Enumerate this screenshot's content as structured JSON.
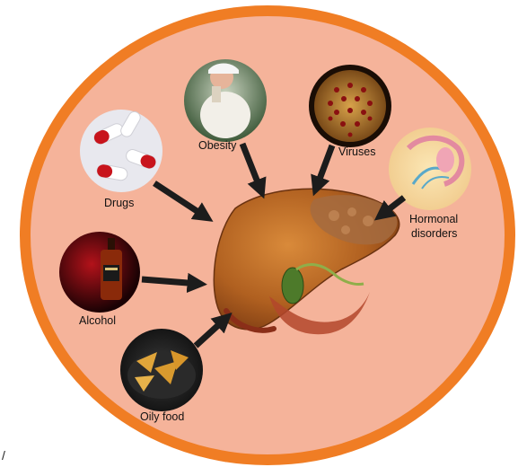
{
  "diagram": {
    "labels": {
      "obesity": "Obesity",
      "viruses": "Viruses",
      "drugs": "Drugs",
      "hormonal_line1": "Hormonal",
      "hormonal_line2": "disorders",
      "alcohol": "Alcohol",
      "oily_food": "Oily food"
    },
    "stray_mark": "/",
    "colors": {
      "outer_ring": "#f07d24",
      "inner_fill": "#f5b39a",
      "arrow": "#1c1c1c",
      "liver": "#b5651d"
    },
    "icons": [
      "obesity-photo-icon",
      "virus-icon",
      "pills-icon",
      "gland-icon",
      "liquor-bottle-icon",
      "samosa-icon",
      "liver-icon"
    ]
  }
}
